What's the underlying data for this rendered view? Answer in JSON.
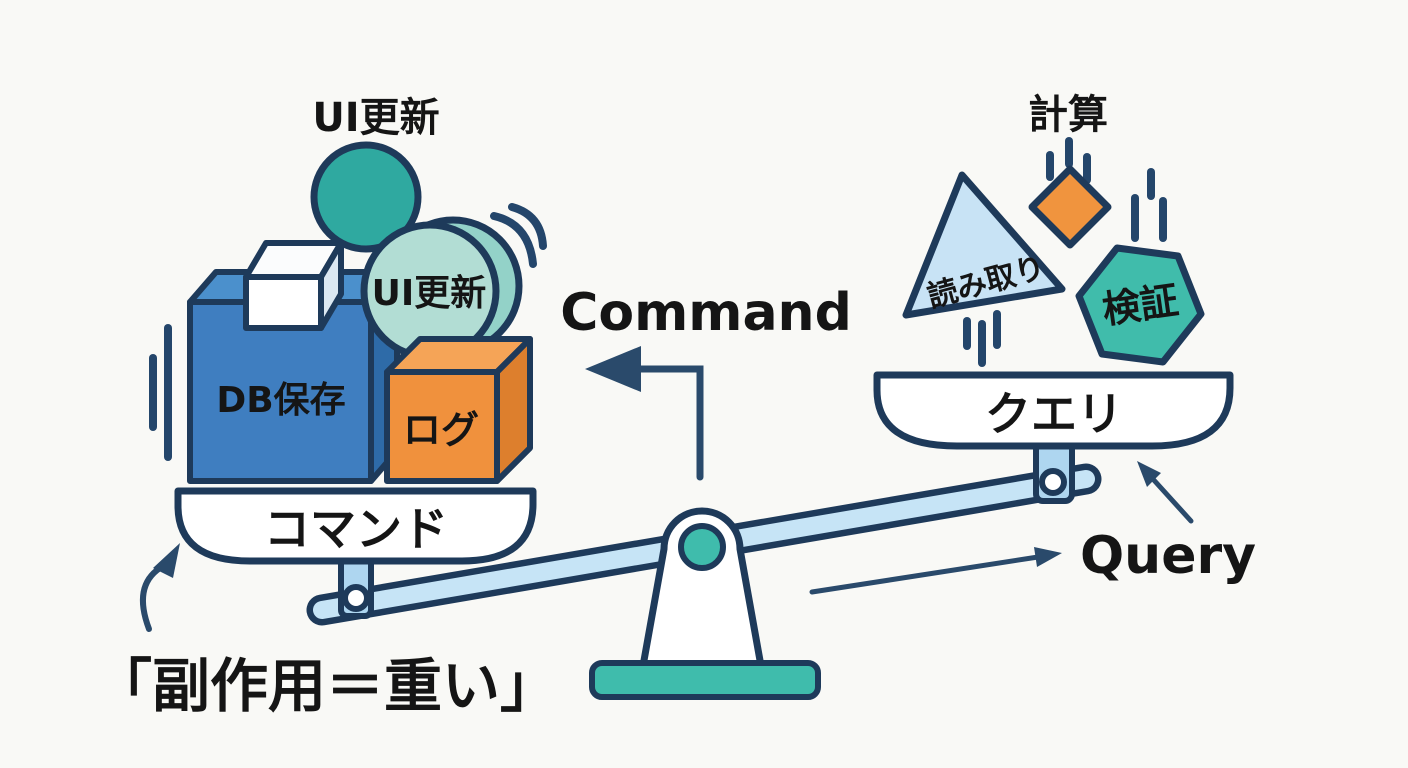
{
  "diagram": {
    "concept": "CQRS balance scale: commands are heavy, queries are light"
  },
  "colors": {
    "background": "#f9f9f6",
    "outline": "#1e3a5a",
    "arrow": "#2a4a6b",
    "blue_cube_front": "#3f7ec0",
    "blue_cube_top": "#4b90cc",
    "blue_cube_side": "#2e6ba8",
    "white_cube_front": "#ffffff",
    "white_cube_top": "#fbfcfd",
    "white_cube_side": "#dce8f2",
    "orange_cube_front": "#f0913d",
    "orange_cube_top": "#f5a457",
    "orange_cube_side": "#dd7f2d",
    "teal_ball": "#2fa9a0",
    "coin_front": "#b2ddd4",
    "coin_back": "#93d2c8",
    "triangle": "#c8e3f5",
    "diamond": "#f0943e",
    "hexagon": "#40bcab",
    "beam": "#c6e4f6",
    "hanger": "#aed6f0",
    "stand_teal": "#3fbcac",
    "pan_white": "#ffffff",
    "text": "#151515"
  },
  "left_side": {
    "floating_label": "UI更新",
    "coin_label": "UI更新",
    "db_cube_label": "DB保存",
    "log_cube_label": "ログ",
    "pan_label": "コマンド",
    "arrow_label": "Command",
    "caption": "「副作用＝重い」"
  },
  "right_side": {
    "floating_label": "計算",
    "triangle_label": "読み取り",
    "hexagon_label": "検証",
    "pan_label": "クエリ",
    "arrow_label": "Query"
  }
}
